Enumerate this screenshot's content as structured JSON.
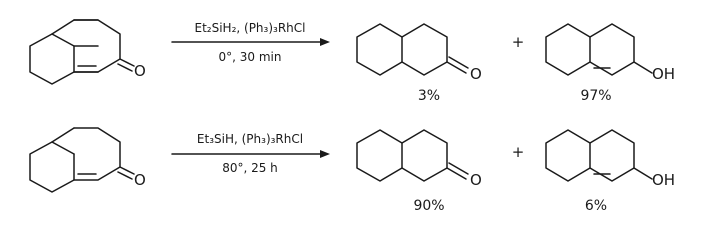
{
  "reactions": [
    {
      "reagent_line_1": "Et₂SiH₂, (Ph₃)₃RhCl",
      "conditions_line_2": "0°, 30 min",
      "plus": "+",
      "ketone_yield": "3%",
      "alcohol_yield": "97%"
    },
    {
      "reagent_line_1": "Et₃SiH, (Ph₃)₃RhCl",
      "conditions_line_2": "80°, 25 h",
      "plus": "+",
      "ketone_yield": "90%",
      "alcohol_yield": "6%"
    }
  ],
  "atoms": {
    "oxygen": "O",
    "hydroxyl": "OH"
  }
}
